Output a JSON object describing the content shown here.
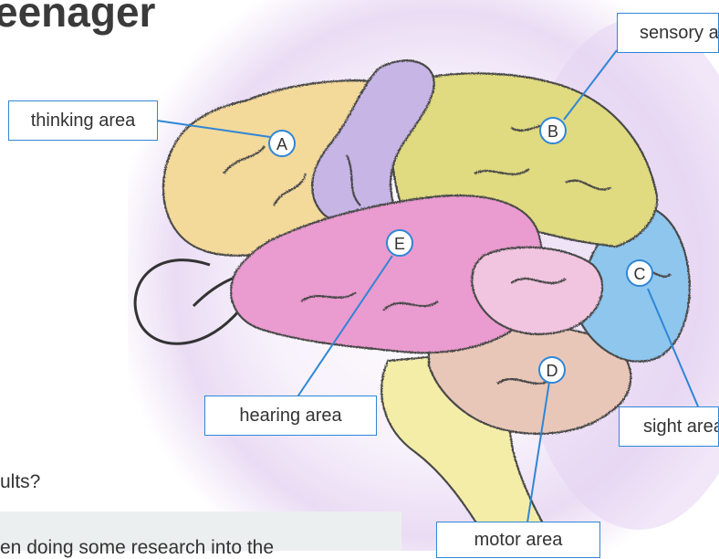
{
  "page": {
    "heading_fragment": "eenager",
    "faded_line": "",
    "question_fragment": "ults?",
    "body_fragment": "en doing some research into the"
  },
  "diagram": {
    "markers": [
      {
        "letter": "A",
        "area": "thinking area"
      },
      {
        "letter": "B",
        "area": "sensory area"
      },
      {
        "letter": "C",
        "area": "sight area"
      },
      {
        "letter": "D",
        "area": "motor area"
      },
      {
        "letter": "E",
        "area": "hearing area"
      }
    ],
    "labels": {
      "thinking": "thinking area",
      "sensory": "sensory a",
      "sight": "sight area",
      "motor": "motor area",
      "hearing": "hearing area"
    },
    "colors": {
      "accent_line": "#2f86d6",
      "frontal_lobe": "#f3d99a",
      "motor_strip": "#c7b5e6",
      "parietal_lobe": "#e0da80",
      "temporal_lobe": "#ea9bcf",
      "occipital_lobe": "#8ec6ee",
      "cerebellum": "#e9c7b8",
      "brain_stem": "#f4eda8"
    }
  }
}
